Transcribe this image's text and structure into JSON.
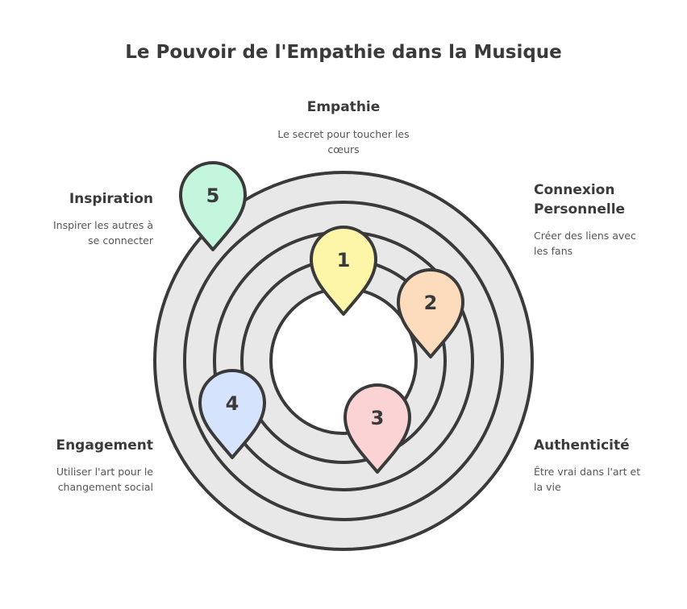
{
  "title": "Le Pouvoir de l'Empathie dans la Musique",
  "center_item": {
    "heading": "Empathie",
    "desc_lines": [
      "Le secret pour toucher les",
      "cœurs"
    ]
  },
  "items": [
    {
      "number": "1",
      "color": "#fdf5a8"
    },
    {
      "number": "2",
      "heading_lines": [
        "Connexion",
        "Personnelle"
      ],
      "desc_lines": [
        "Créer des liens avec",
        "les fans"
      ],
      "color": "#fcdcbc"
    },
    {
      "number": "3",
      "heading_lines": [
        "Authenticité"
      ],
      "desc_lines": [
        "Être vrai dans l'art et",
        "la vie"
      ],
      "color": "#fbd3d4"
    },
    {
      "number": "4",
      "heading_lines": [
        "Engagement"
      ],
      "desc_lines": [
        "Utiliser l'art pour le",
        "changement social"
      ],
      "color": "#d5e3fc"
    },
    {
      "number": "5",
      "heading_lines": [
        "Inspiration"
      ],
      "desc_lines": [
        "Inspirer les autres à",
        "se connecter"
      ],
      "color": "#c4f5dd"
    }
  ],
  "colors": {
    "ring_stroke": "#3a3a3a",
    "ring_fill": "#e8e8e8",
    "background": "#ffffff"
  }
}
